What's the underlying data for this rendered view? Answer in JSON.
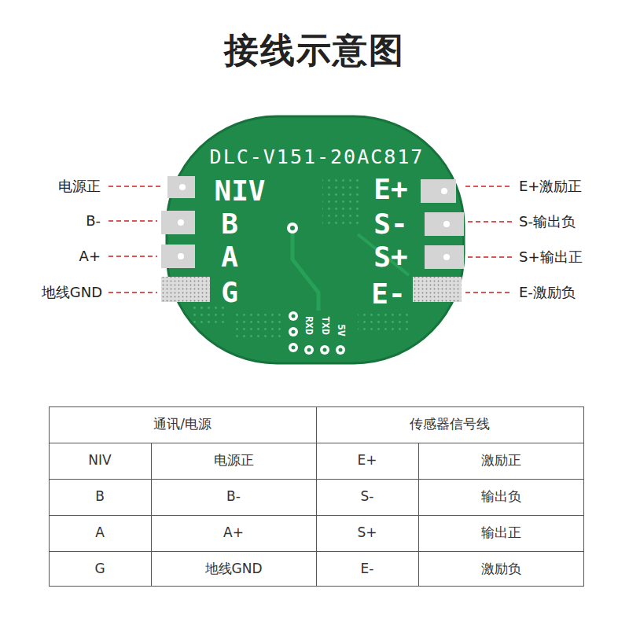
{
  "diagram": {
    "title": "接线示意图",
    "labels": [
      "DLC-V151-20AC817",
      "NIV",
      "B",
      "A",
      "G",
      "E+",
      "S-",
      "S+",
      "E-",
      "RXD",
      "TXD",
      "5V",
      "电源正",
      "B-",
      "A+",
      "地线GND",
      "E+激励正",
      "S-输出负",
      "S+输出正",
      "E-激励负",
      "通讯/电源",
      "传感器信号线",
      "NIV",
      "电源正",
      "E+",
      "激励正",
      "B",
      "B-",
      "S-",
      "输出负",
      "A",
      "A+",
      "S+",
      "输出正",
      "G",
      "地线GND",
      "E-",
      "激励负"
    ]
  }
}
